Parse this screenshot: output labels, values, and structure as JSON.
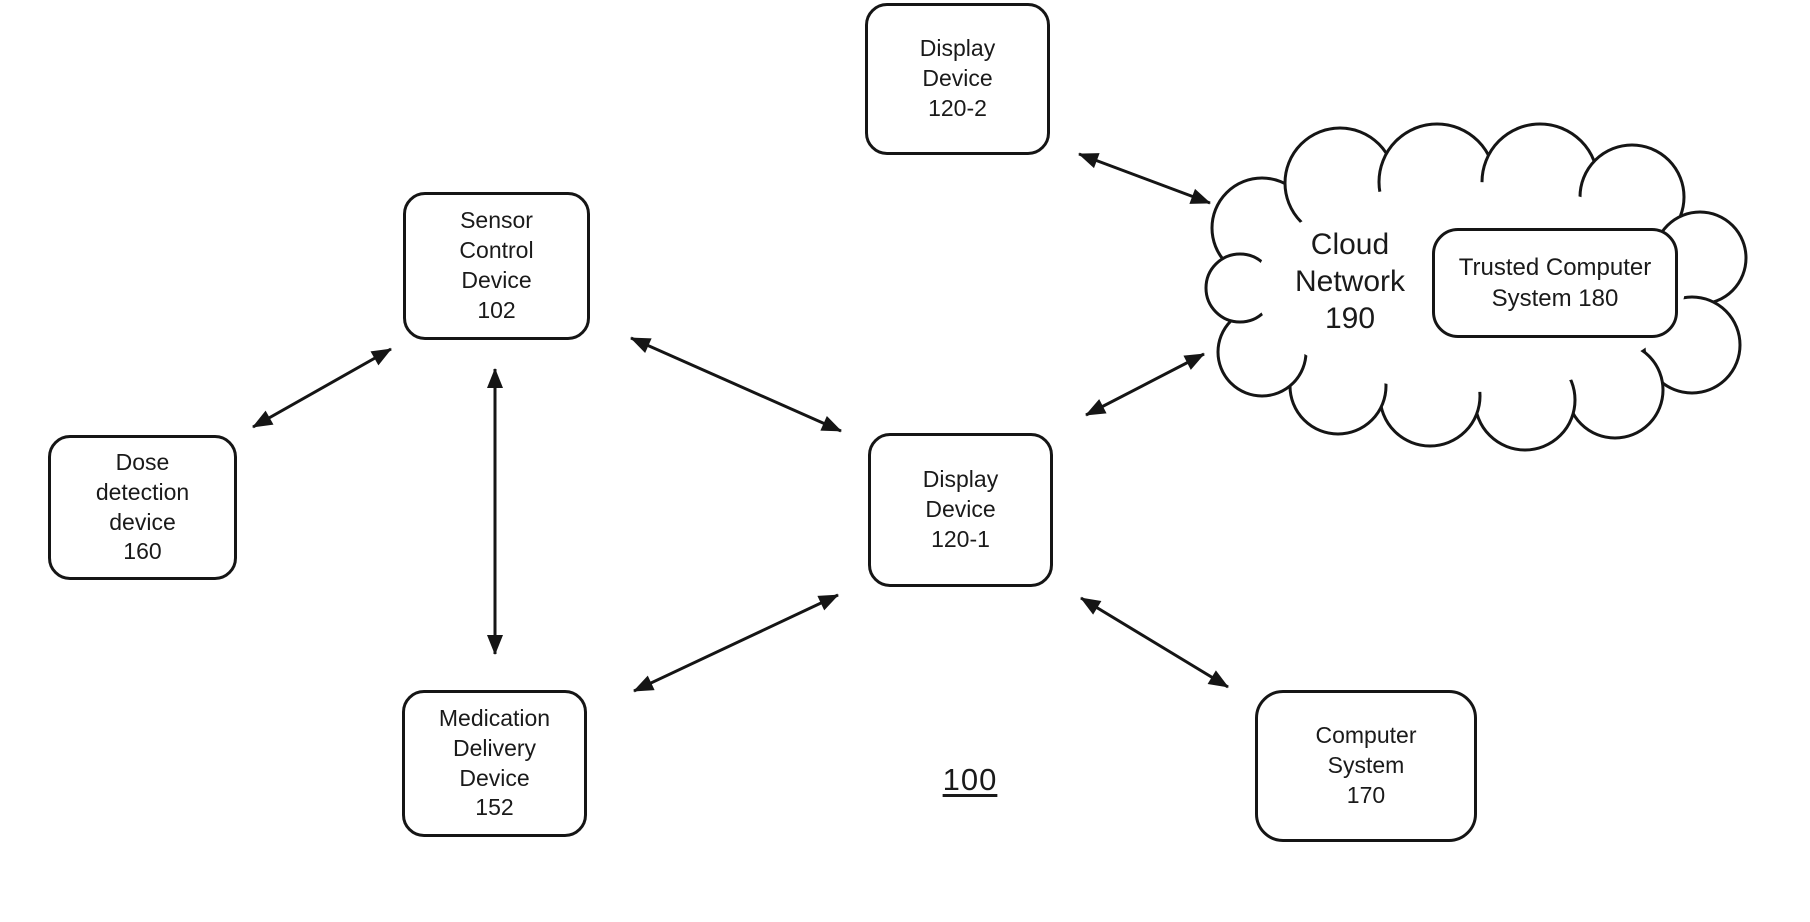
{
  "figure": {
    "reference_label": "100",
    "nodes": {
      "display_device_2": {
        "text": "Display\nDevice\n120-2"
      },
      "sensor_control": {
        "text": "Sensor\nControl\nDevice\n102"
      },
      "dose_detection": {
        "text": "Dose\ndetection\ndevice\n160"
      },
      "medication_delivery": {
        "text": "Medication\nDelivery\nDevice\n152"
      },
      "display_device_1": {
        "text": "Display\nDevice\n120-1"
      },
      "computer_system": {
        "text": "Computer\nSystem\n170"
      },
      "cloud_network": {
        "text": "Cloud\nNetwork\n190"
      },
      "trusted_computer": {
        "text": "Trusted Computer\nSystem 180"
      }
    },
    "connections": [
      {
        "from": "dose_detection",
        "to": "sensor_control",
        "bidirectional": true
      },
      {
        "from": "sensor_control",
        "to": "medication_delivery",
        "bidirectional": true
      },
      {
        "from": "sensor_control",
        "to": "display_device_1",
        "bidirectional": true
      },
      {
        "from": "medication_delivery",
        "to": "display_device_1",
        "bidirectional": true
      },
      {
        "from": "display_device_2",
        "to": "cloud_network",
        "bidirectional": true
      },
      {
        "from": "display_device_1",
        "to": "cloud_network",
        "bidirectional": true
      },
      {
        "from": "display_device_1",
        "to": "computer_system",
        "bidirectional": true
      }
    ]
  },
  "colors": {
    "ink": "#1a1a1a",
    "background": "#ffffff"
  }
}
